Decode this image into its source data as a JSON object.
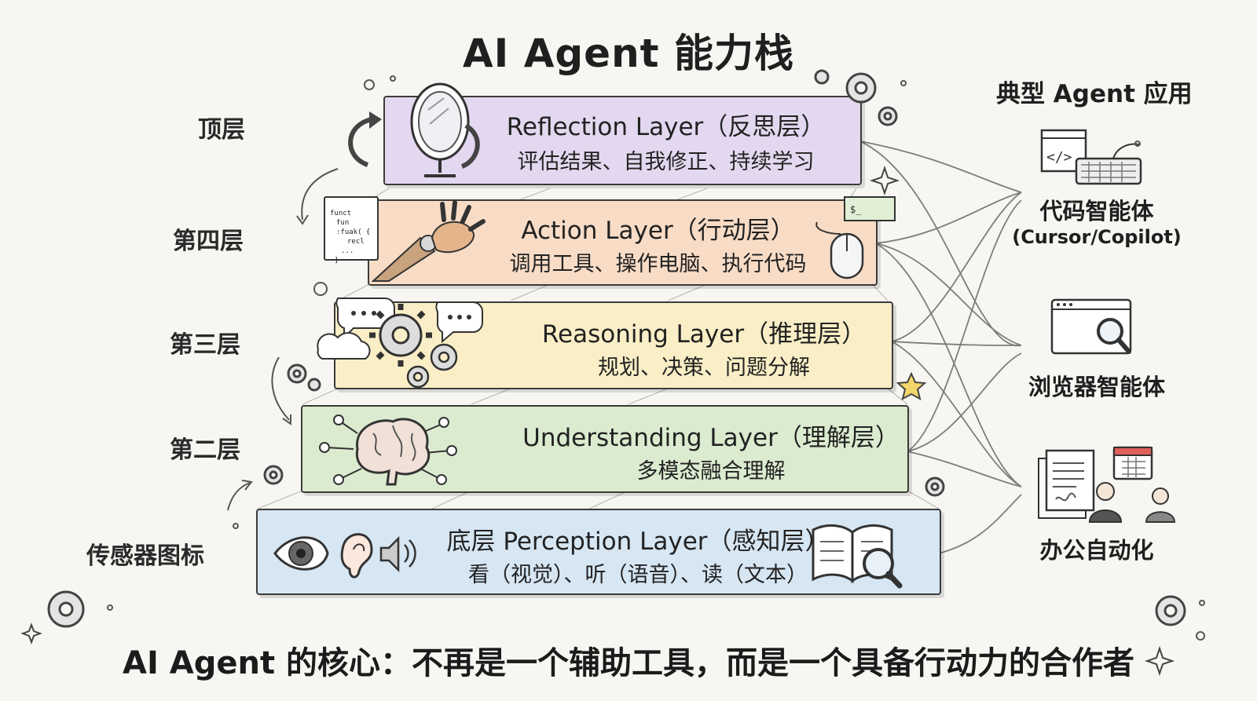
{
  "title": "AI Agent 能力栈",
  "left_labels": [
    "顶层",
    "第四层",
    "第三层",
    "第二层",
    "传感器图标"
  ],
  "layers": [
    {
      "title": "Reflection Layer（反思层）",
      "desc": "评估结果、自我修正、持续学习",
      "color": "#e3d8ef"
    },
    {
      "title": "Action Layer（行动层）",
      "desc": "调用工具、操作电脑、执行代码",
      "color": "#f8dcc6"
    },
    {
      "title": "Reasoning Layer（推理层）",
      "desc": "规划、决策、问题分解",
      "color": "#f9eec6"
    },
    {
      "title": "Understanding Layer（理解层）",
      "desc": "多模态融合理解",
      "color": "#dbebcf"
    },
    {
      "title": "底层 Perception Layer（感知层）",
      "desc": "看（视觉）、听（语音）、读（文本）",
      "color": "#d6e6f3"
    }
  ],
  "apps": {
    "title": "典型 Agent 应用",
    "code_agent": {
      "name": "代码智能体",
      "examples": "(Cursor/Copilot)"
    },
    "browser_agent": {
      "name": "浏览器智能体"
    },
    "office_automation": {
      "name": "办公自动化"
    }
  },
  "code_snippet": [
    "funct",
    "fun :fuak( {",
    "recl",
    "...",
    "}"
  ],
  "terminal_prompt": "$_",
  "footer": "AI Agent 的核心：不再是一个辅助工具，而是一个具备行动力的合作者",
  "icons": [
    "mirror-icon",
    "robot-hand-icon",
    "gear-icon",
    "chat-bubble-icon",
    "brain-icon",
    "eye-icon",
    "ear-icon",
    "speaker-icon",
    "book-icon",
    "magnifier-icon",
    "code-window-icon",
    "keyboard-icon",
    "browser-window-icon",
    "document-icon",
    "calendar-icon",
    "person-icon",
    "mouse-icon",
    "terminal-icon",
    "sparkle-icon",
    "star-icon"
  ]
}
